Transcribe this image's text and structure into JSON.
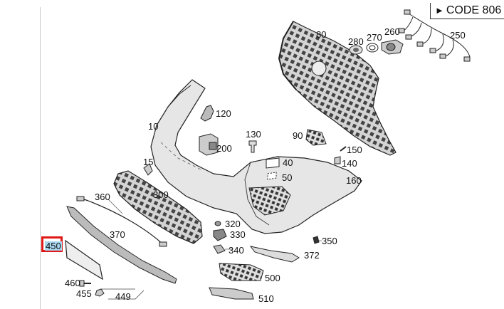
{
  "header": {
    "code_label": "CODE 806"
  },
  "selected_callout": "450",
  "callouts": [
    {
      "id": "c80",
      "text": "80"
    },
    {
      "id": "c280",
      "text": "280"
    },
    {
      "id": "c270",
      "text": "270"
    },
    {
      "id": "c260",
      "text": "260"
    },
    {
      "id": "c250",
      "text": "250"
    },
    {
      "id": "c120",
      "text": "120"
    },
    {
      "id": "c10",
      "text": "10"
    },
    {
      "id": "c130",
      "text": "130"
    },
    {
      "id": "c200",
      "text": "200"
    },
    {
      "id": "c90",
      "text": "90"
    },
    {
      "id": "c150",
      "text": "150"
    },
    {
      "id": "c40",
      "text": "40"
    },
    {
      "id": "c140",
      "text": "140"
    },
    {
      "id": "c15",
      "text": "15"
    },
    {
      "id": "c50",
      "text": "50"
    },
    {
      "id": "c160",
      "text": "160"
    },
    {
      "id": "c360",
      "text": "360"
    },
    {
      "id": "c300",
      "text": "300"
    },
    {
      "id": "c320",
      "text": "320"
    },
    {
      "id": "c330",
      "text": "330"
    },
    {
      "id": "c370",
      "text": "370"
    },
    {
      "id": "c350",
      "text": "350"
    },
    {
      "id": "c340",
      "text": "340"
    },
    {
      "id": "c372",
      "text": "372"
    },
    {
      "id": "c450",
      "text": "450"
    },
    {
      "id": "c500",
      "text": "500"
    },
    {
      "id": "c460",
      "text": "460"
    },
    {
      "id": "c455",
      "text": "455"
    },
    {
      "id": "c449",
      "text": "449"
    },
    {
      "id": "c510",
      "text": "510"
    }
  ]
}
